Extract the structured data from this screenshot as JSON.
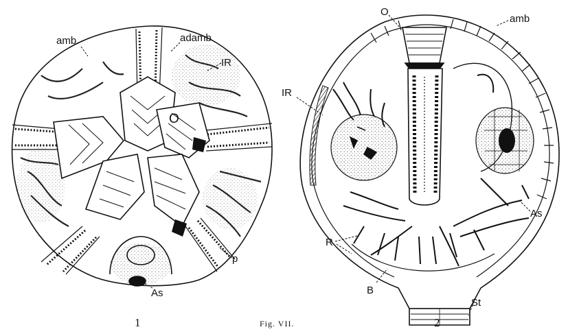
{
  "caption": "Fig. VII.",
  "figure_1": {
    "number": "1",
    "labels": {
      "amb": "amb.",
      "adamb": "adamb",
      "ir": "IR",
      "o": "O",
      "p": "p",
      "as": "As"
    }
  },
  "figure_2": {
    "number": "2",
    "labels": {
      "o": "O",
      "amb": "amb",
      "ir": "IR",
      "r": "R",
      "as": "As",
      "b": "B",
      "st": "St"
    }
  }
}
